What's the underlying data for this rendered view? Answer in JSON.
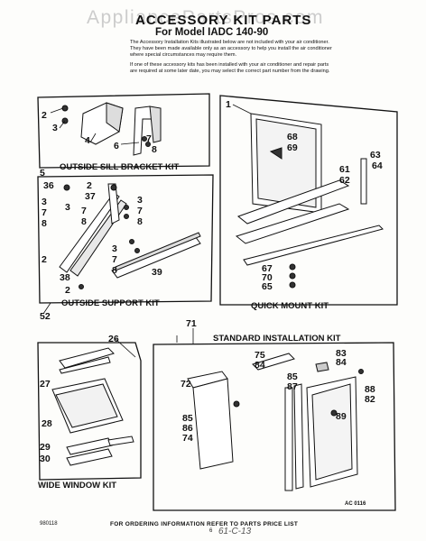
{
  "header": {
    "watermark": "AppliancePartsPros.com",
    "title": "ACCESSORY KIT PARTS",
    "subtitle": "For Model IADC 140-90"
  },
  "intro": [
    "The Accessory Installation Kits illustrated below are not included with your air conditioner. They have been made available only as an accessory to help you install the air conditioner where special circumstances may require them.",
    "If one of these accessory kits has been installed with your air conditioner and repair parts are required at some later date, you may select the correct part number from the drawing."
  ],
  "sections": {
    "outside_sill": {
      "caption": "OUTSIDE SILL BRACKET KIT",
      "ref": "5"
    },
    "outside_support": {
      "caption": "OUTSIDE SUPPORT KIT",
      "ref": "52"
    },
    "quick_mount": {
      "caption": "QUICK MOUNT KIT",
      "ref": "1"
    },
    "wide_window": {
      "caption": "WIDE WINDOW KIT",
      "ref": "26"
    },
    "standard": {
      "caption": "STANDARD INSTALLATION KIT",
      "ref": "71"
    }
  },
  "part_numbers": {
    "sill": [
      "2",
      "3",
      "4",
      "6",
      "7",
      "8"
    ],
    "support": [
      "36",
      "3",
      "7",
      "8",
      "2",
      "37",
      "3",
      "7",
      "8",
      "3",
      "7",
      "8",
      "3",
      "7",
      "8",
      "2",
      "39",
      "38",
      "2"
    ],
    "quick": [
      "68",
      "69",
      "63",
      "64",
      "61",
      "62",
      "67",
      "70",
      "65"
    ],
    "wide": [
      "27",
      "28",
      "29",
      "30"
    ],
    "standard": [
      "72",
      "75",
      "84",
      "85",
      "87",
      "83",
      "84",
      "88",
      "82",
      "85",
      "86",
      "74",
      "89"
    ]
  },
  "art_code": "AC 0116",
  "footer": {
    "text": "FOR ORDERING INFORMATION REFER TO PARTS PRICE LIST",
    "doc_code": "980118",
    "page": "6",
    "handwritten": "61-C-13"
  }
}
